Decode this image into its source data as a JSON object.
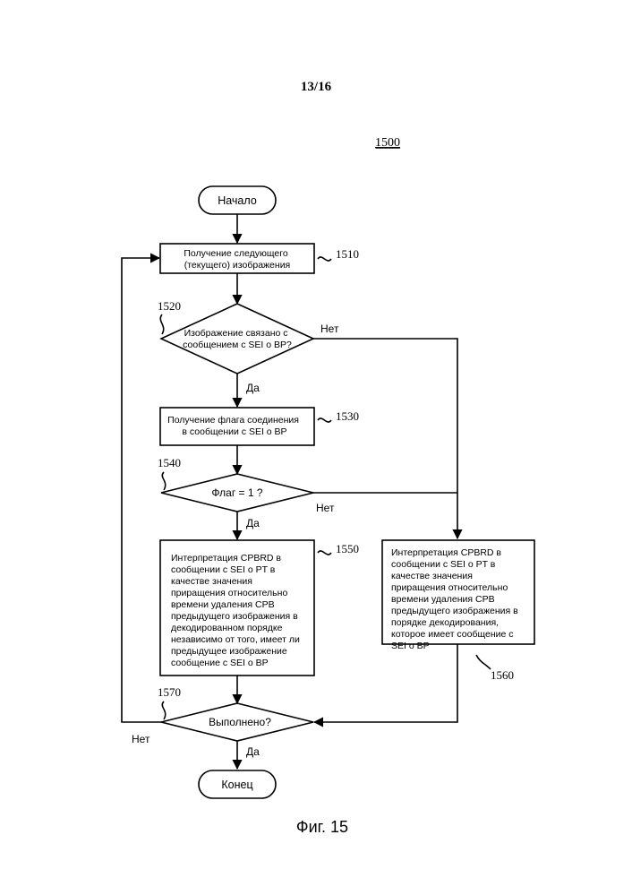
{
  "page_header": "13/16",
  "figure_ref": "1500",
  "caption": "Фиг. 15",
  "nodes": {
    "start": "Начало",
    "s1510": {
      "id": "1510",
      "lines": [
        "Получение следующего",
        "(текущего) изображения"
      ]
    },
    "d1520": {
      "id": "1520",
      "lines": [
        "Изображение связано с",
        "сообщением с SEI о BP?"
      ]
    },
    "s1530": {
      "id": "1530",
      "lines": [
        "Получение флага соединения",
        "в сообщении с SEI о BP"
      ]
    },
    "d1540": {
      "id": "1540",
      "lines": [
        "Флаг = 1 ?"
      ]
    },
    "s1550": {
      "id": "1550",
      "lines": [
        "Интерпретация CPBRD в",
        "сообщении с SEI о PT в",
        "качестве значения",
        "приращения относительно",
        "времени удаления CPB",
        "предыдущего изображения в",
        "декодированном порядке",
        "независимо от того, имеет ли",
        "предыдущее изображение",
        "сообщение с SEI о BP"
      ]
    },
    "s1560": {
      "id": "1560",
      "lines": [
        "Интерпретация CPBRD в",
        "сообщении с SEI о PT в",
        "качестве значения",
        "приращения относительно",
        "времени удаления CPB",
        "предыдущего изображения в",
        "порядке декодирования,",
        "которое имеет сообщение с",
        "SEI о BP"
      ]
    },
    "d1570": {
      "id": "1570",
      "lines": [
        "Выполнено?"
      ]
    },
    "end": "Конец"
  },
  "edge_labels": {
    "d1520_yes": "Да",
    "d1520_no": "Нет",
    "d1540_yes": "Да",
    "d1540_no": "Нет",
    "d1570_yes": "Да",
    "d1570_no": "Нет"
  }
}
